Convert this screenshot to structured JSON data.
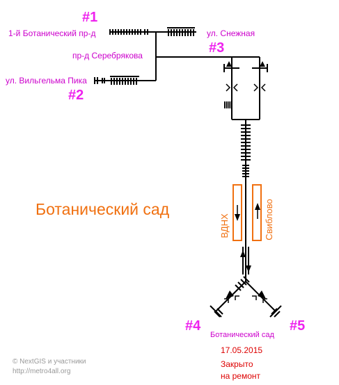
{
  "labels": {
    "marker_1": "#1",
    "marker_2": "#2",
    "marker_3": "#3",
    "marker_4": "#4",
    "marker_5": "#5",
    "street_botanical_1": "1-й Ботанический пр-д",
    "street_snezhnaya": "ул. Снежная",
    "street_serebryakova": "пр-д Серебрякова",
    "street_wilhelm_pik": "ул. Вильгельма Пика",
    "station_name_big": "Ботанический сад",
    "direction_vdnh": "ВДНХ",
    "direction_sviblovo": "Свиблово",
    "exit_name": "Ботанический сад",
    "status_date": "17.05.2015",
    "status_line_1": "Закрыто",
    "status_line_2": "на ремонт",
    "copyright": "© NextGIS и участники",
    "site_url": "http://metro4all.org"
  },
  "colors": {
    "marker": "#ee22ee",
    "street_text": "#cc00cc",
    "station_orange": "#f07010",
    "status_red": "#dd0000",
    "lines": "#000000",
    "copyright_gray": "#999999"
  }
}
